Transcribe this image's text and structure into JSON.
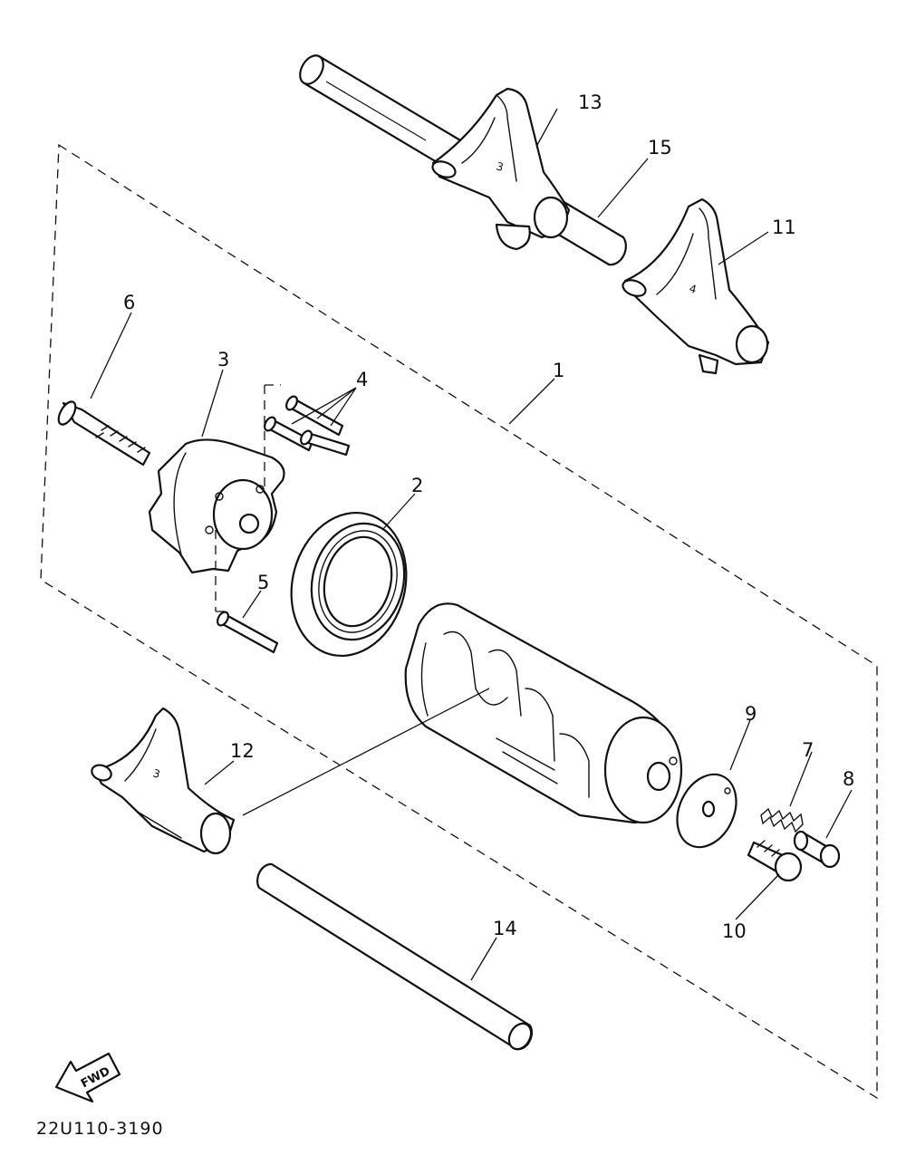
{
  "diagram": {
    "callouts": {
      "c1": "1",
      "c2": "2",
      "c3": "3",
      "c4": "4",
      "c5": "5",
      "c6": "6",
      "c7": "7",
      "c8": "8",
      "c9": "9",
      "c10": "10",
      "c11": "11",
      "c12": "12",
      "c13": "13",
      "c14": "14",
      "c15": "15"
    },
    "fwd_label": "FWD",
    "drawing_code": "22U110-3190"
  }
}
